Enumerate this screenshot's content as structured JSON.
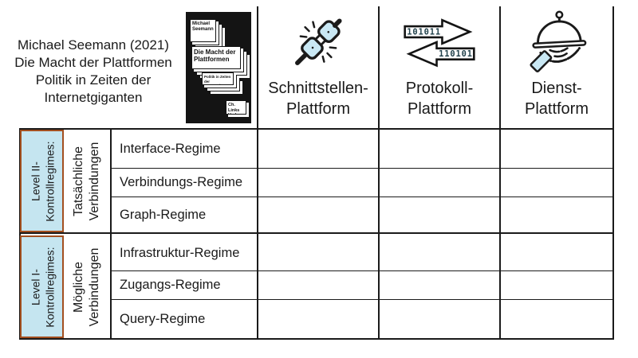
{
  "citation": {
    "lines": [
      "Michael Seemann (2021)",
      "Die Macht der Plattformen",
      "Politik in Zeiten der",
      "Internetgiganten"
    ]
  },
  "book_cover": {
    "author": "Michael Seemann",
    "title": "Die Macht der Plattformen",
    "subtitle": "Politik in Zeiten der Internetgiganten",
    "publisher": "Ch. Links Verlag"
  },
  "columns": [
    {
      "id": "schnittstellen",
      "icon": "plug-disconnected-icon",
      "label_line1": "Schnittstellen-",
      "label_line2": "Plattform"
    },
    {
      "id": "protokoll",
      "icon": "protocol-arrows-icon",
      "label_line1": "Protokoll-",
      "label_line2": "Plattform",
      "bits_right": "101011",
      "bits_left": "110101"
    },
    {
      "id": "dienst",
      "icon": "service-cloche-icon",
      "label_line1": "Dienst-",
      "label_line2": "Plattform"
    }
  ],
  "row_groups": [
    {
      "level": {
        "line1": "Level II-",
        "line2": "Kontrollregimes:"
      },
      "connection_type": {
        "line1": "Tatsächliche",
        "line2": "Verbindungen"
      },
      "rows": [
        "Interface-Regime",
        "Verbindungs-Regime",
        "Graph-Regime"
      ]
    },
    {
      "level": {
        "line1": "Level I-",
        "line2": "Kontrollregimes:"
      },
      "connection_type": {
        "line1": "Mögliche",
        "line2": "Verbindungen"
      },
      "rows": [
        "Infrastruktur-Regime",
        "Zugangs-Regime",
        "Query-Regime"
      ]
    }
  ],
  "colors": {
    "highlight_blue": "#c5e5f0",
    "accent_brown": "#a34f1f",
    "ink": "#1a1a1a"
  }
}
